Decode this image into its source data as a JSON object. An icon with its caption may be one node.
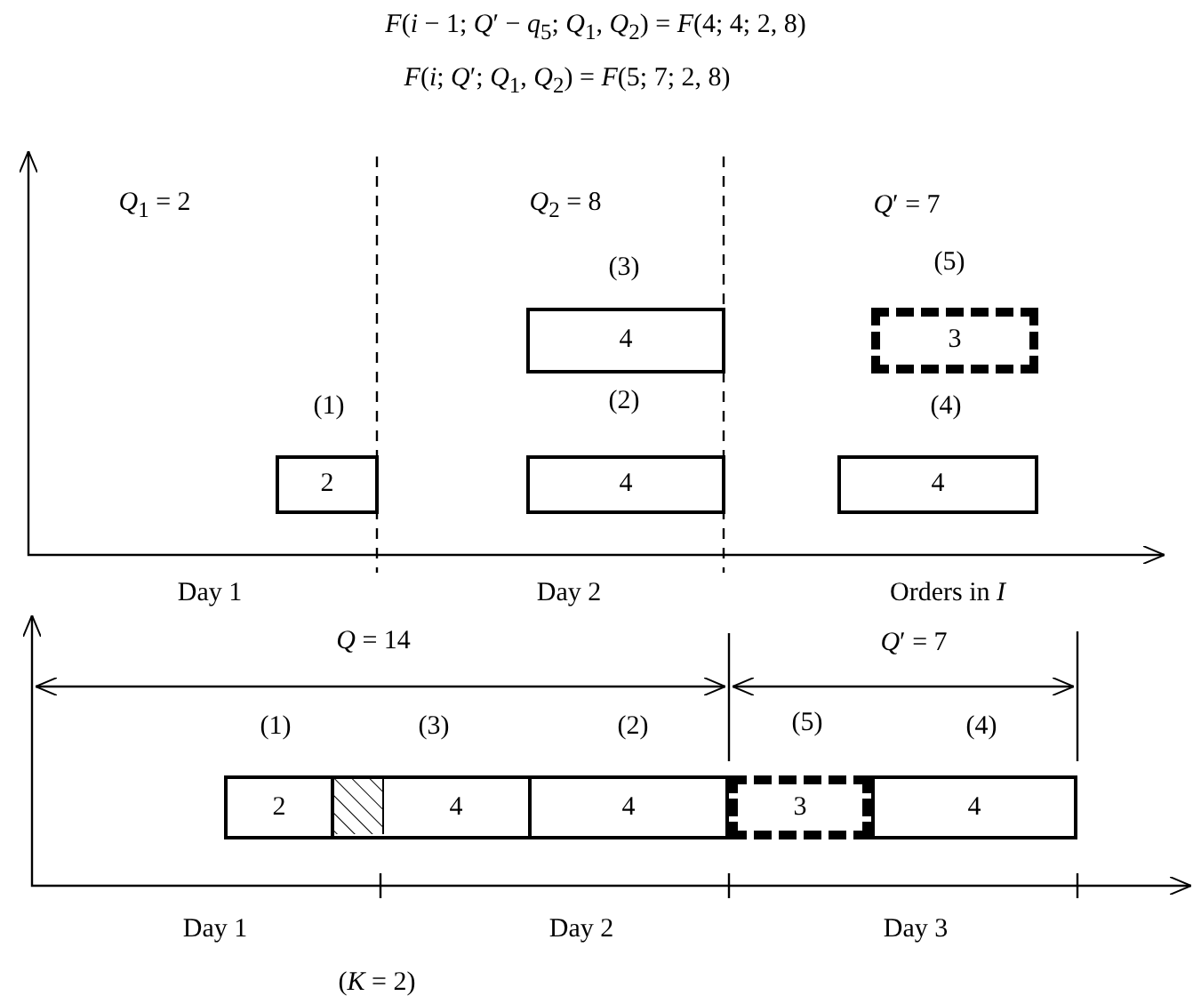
{
  "diagram": {
    "nodes": [
      {
        "text": [
          "2"
        ]
      },
      {
        "text": [
          "4"
        ]
      },
      {
        "text": [
          "4"
        ]
      },
      {
        "text": [
          "3"
        ]
      },
      {
        "text": [
          "4"
        ]
      },
      {
        "text": [
          "2"
        ]
      },
      {
        "text": [
          "4"
        ]
      },
      {
        "text": [],
        "shape": "box",
        "in": 6
      },
      {
        "text": [
          "4"
        ]
      },
      {
        "text": [
          "3"
        ]
      },
      {
        "text": [
          "4"
        ]
      }
    ],
    "edges": [],
    "labels": [
      "*F*(*i* − 1; *Q*′ − *q*$_{5}$; *Q*$_{1}$, *Q*$_{2}$) = *F*(4; 4; 2, 8)",
      "*F*(*i*; *Q*′; *Q*$_{1}$, *Q*$_{2}$) = *F*(5; 7; 2, 8)",
      "*Q*$_{1}$ = 2",
      "*Q*$_{2}$ = 8",
      "*Q*′ = 7",
      "(3)",
      "(5)",
      "(1)",
      "(2)",
      "(4)",
      "Day 1",
      "Day 2",
      "Orders in *I*",
      "*Q* = 14",
      "*Q*′ = 7",
      "(1)",
      "(3)",
      "(2)",
      "(5)",
      "(4)",
      "Day 1",
      "Day 2",
      "Day 3",
      "(*K* = 2)"
    ]
  }
}
